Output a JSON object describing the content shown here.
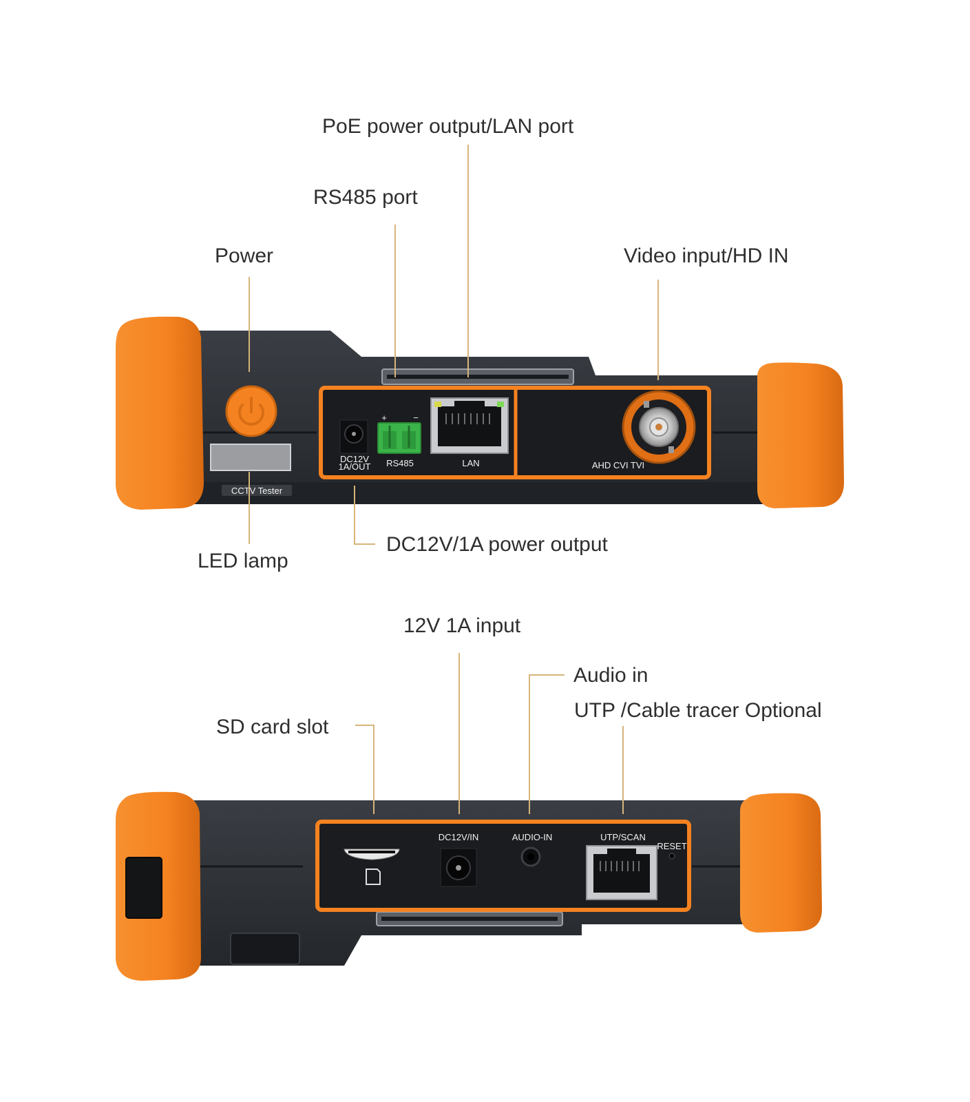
{
  "colors": {
    "accent_orange": "#f58220",
    "body_dark": "#2b2e33",
    "panel_black": "#1b1c1f",
    "leader_line": "#d6b57a",
    "terminal_green": "#3bb44a"
  },
  "top_view": {
    "callouts": {
      "poe": "PoE power output/LAN port",
      "rs485": "RS485 port",
      "power": "Power",
      "video": "Video input/HD IN",
      "led": "LED lamp",
      "dc_out": "DC12V/1A power output"
    },
    "panel_labels": {
      "dc_out_line1": "DC12V",
      "dc_out_line2": "1A/OUT",
      "rs485": "RS485",
      "plus": "+",
      "minus": "−",
      "lan": "LAN",
      "video_modes": "AHD CVI TVI",
      "brand": "CCTV Tester"
    },
    "icons": [
      "power-icon",
      "bnc-connector",
      "rj45-port",
      "terminal-block",
      "dc-jack"
    ]
  },
  "bottom_view": {
    "callouts": {
      "input": "12V 1A input",
      "audio": "Audio in",
      "utp": "UTP /Cable tracer Optional",
      "sd": "SD card slot"
    },
    "panel_labels": {
      "dc_in": "DC12V/IN",
      "audio_in": "AUDIO-IN",
      "utp_scan": "UTP/SCAN",
      "reset": "RESET"
    },
    "icons": [
      "sd-card-icon",
      "dc-jack",
      "audio-jack",
      "rj45-port",
      "reset-hole"
    ]
  }
}
